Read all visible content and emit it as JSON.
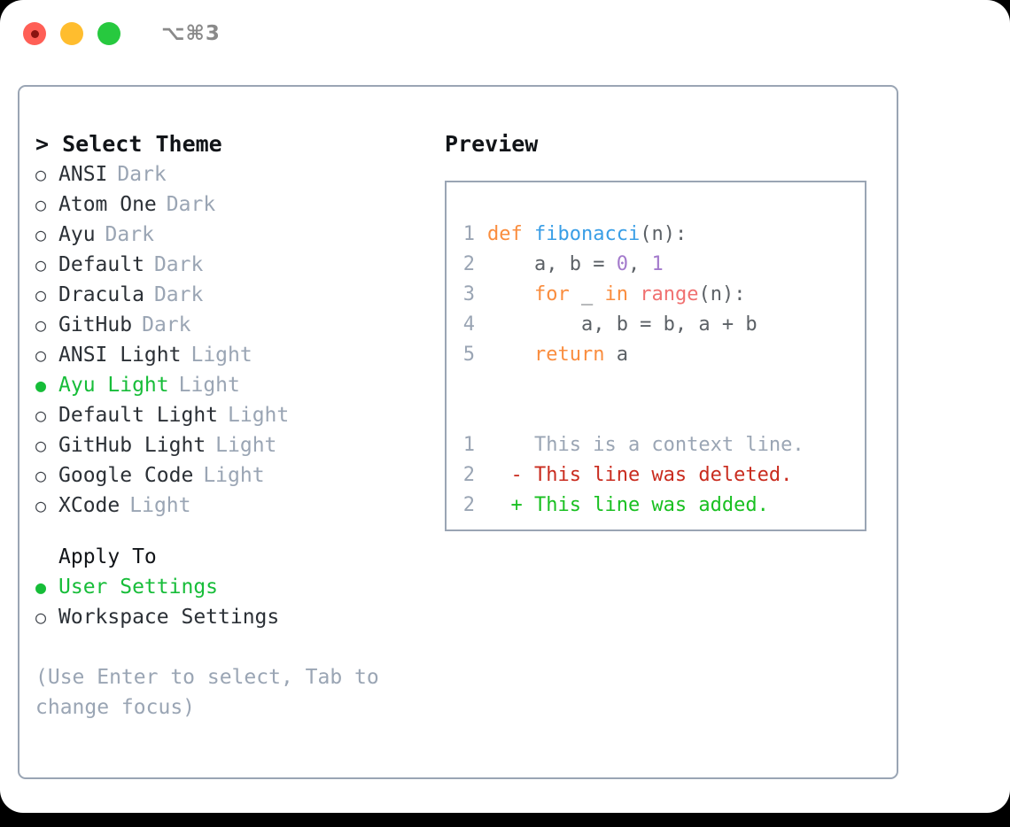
{
  "titlebar": {
    "shortcut": "⌥⌘3",
    "lights": [
      {
        "name": "close",
        "color": "#ff5f56"
      },
      {
        "name": "minimize",
        "color": "#ffbd2e"
      },
      {
        "name": "maximize",
        "color": "#27c93f"
      }
    ]
  },
  "theme_picker": {
    "heading": "> Select Theme",
    "marker_on": "●",
    "marker_off": "○",
    "items": [
      {
        "name": "ANSI",
        "variant": "Dark",
        "selected": false
      },
      {
        "name": "Atom One",
        "variant": "Dark",
        "selected": false
      },
      {
        "name": "Ayu",
        "variant": "Dark",
        "selected": false
      },
      {
        "name": "Default",
        "variant": "Dark",
        "selected": false
      },
      {
        "name": "Dracula",
        "variant": "Dark",
        "selected": false
      },
      {
        "name": "GitHub",
        "variant": "Dark",
        "selected": false
      },
      {
        "name": "ANSI Light",
        "variant": "Light",
        "selected": false
      },
      {
        "name": "Ayu Light",
        "variant": "Light",
        "selected": true
      },
      {
        "name": "Default Light",
        "variant": "Light",
        "selected": false
      },
      {
        "name": "GitHub Light",
        "variant": "Light",
        "selected": false
      },
      {
        "name": "Google Code",
        "variant": "Light",
        "selected": false
      },
      {
        "name": "XCode",
        "variant": "Light",
        "selected": false
      }
    ]
  },
  "apply_to": {
    "heading": "Apply To",
    "options": [
      {
        "label": "User Settings",
        "selected": true
      },
      {
        "label": "Workspace Settings",
        "selected": false
      }
    ]
  },
  "hint": "(Use Enter to select, Tab to change focus)",
  "preview": {
    "title": "Preview",
    "code": {
      "lines": [
        {
          "no": "1",
          "tokens": [
            {
              "t": "def",
              "c": "kw"
            },
            {
              "t": " ",
              "c": "plain"
            },
            {
              "t": "fibonacci",
              "c": "fn"
            },
            {
              "t": "(n):",
              "c": "punct"
            }
          ]
        },
        {
          "no": "2",
          "tokens": [
            {
              "t": "    a, b = ",
              "c": "plain"
            },
            {
              "t": "0",
              "c": "num"
            },
            {
              "t": ", ",
              "c": "plain"
            },
            {
              "t": "1",
              "c": "num"
            }
          ]
        },
        {
          "no": "3",
          "tokens": [
            {
              "t": "    ",
              "c": "plain"
            },
            {
              "t": "for",
              "c": "kw"
            },
            {
              "t": " _ ",
              "c": "plain"
            },
            {
              "t": "in",
              "c": "kw"
            },
            {
              "t": " ",
              "c": "plain"
            },
            {
              "t": "range",
              "c": "builtin"
            },
            {
              "t": "(n):",
              "c": "punct"
            }
          ]
        },
        {
          "no": "4",
          "tokens": [
            {
              "t": "        a, b = b, a + b",
              "c": "plain"
            }
          ]
        },
        {
          "no": "5",
          "tokens": [
            {
              "t": "    ",
              "c": "plain"
            },
            {
              "t": "return",
              "c": "kw"
            },
            {
              "t": " a",
              "c": "plain"
            }
          ]
        }
      ]
    },
    "diff": {
      "lines": [
        {
          "no": "1",
          "sign": " ",
          "text": "This is a context line.",
          "kind": "ctx"
        },
        {
          "no": "2",
          "sign": "-",
          "text": "This line was deleted.",
          "kind": "del"
        },
        {
          "no": "2",
          "sign": "+",
          "text": "This line was added.",
          "kind": "add"
        }
      ]
    }
  },
  "colors": {
    "selected_green": "#17bd39",
    "muted": "#9aa5b4",
    "border": "#9aa5b4",
    "keyword": "#fa8d3e",
    "function": "#399ee6",
    "builtin": "#f07171",
    "number": "#a37acc",
    "diff_delete": "#c92c1f",
    "diff_add": "#19c021"
  }
}
